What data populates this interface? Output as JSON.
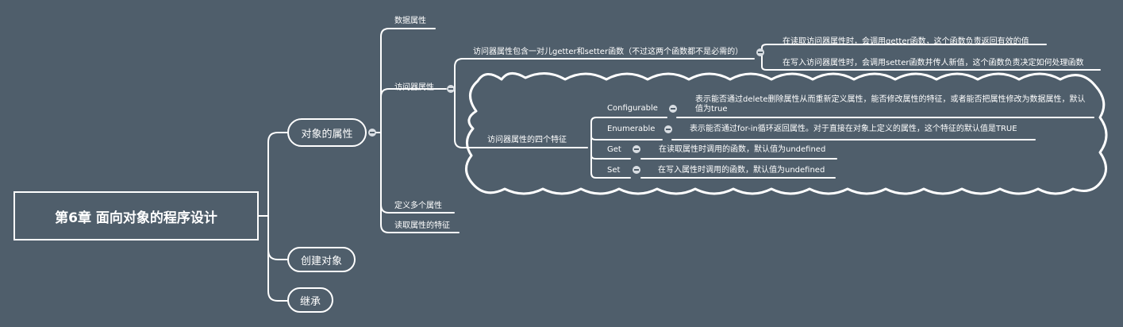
{
  "root": {
    "title": "第6章  面向对象的程序设计"
  },
  "branches": {
    "properties": {
      "label": "对象的属性"
    },
    "create": {
      "label": "创建对象"
    },
    "inherit": {
      "label": "继承"
    }
  },
  "properties_children": {
    "data_props": "数据属性",
    "accessor_props": "访问器属性",
    "define_multi": "定义多个属性",
    "read_traits": "读取属性的特征"
  },
  "accessor": {
    "pair": "访问器属性包含一对儿getter和setter函数（不过这两个函数都不是必需的）",
    "getter_desc": "在读取访问器属性时，会调用getter函数，这个函数负责返回有效的值",
    "setter_desc": "在写入访问器属性时，会调用setter函数并传人新值，这个函数负责决定如何处理函数",
    "four_traits": "访问器属性的四个特征"
  },
  "traits": [
    {
      "name": "Configurable",
      "desc": "表示能否通过delete删除属性从而重新定义属性，能否修改属性的特征，或者能否把属性修改为数据属性，默认值为true"
    },
    {
      "name": "Enumerable",
      "desc": "表示能否通过for-in循环返回属性。对于直接在对象上定义的属性，这个特征的默认值是TRUE"
    },
    {
      "name": "Get",
      "desc": "在读取属性时调用的函数，默认值为undefined"
    },
    {
      "name": "Set",
      "desc": "在写入属性时调用的函数，默认值为undefined"
    }
  ]
}
